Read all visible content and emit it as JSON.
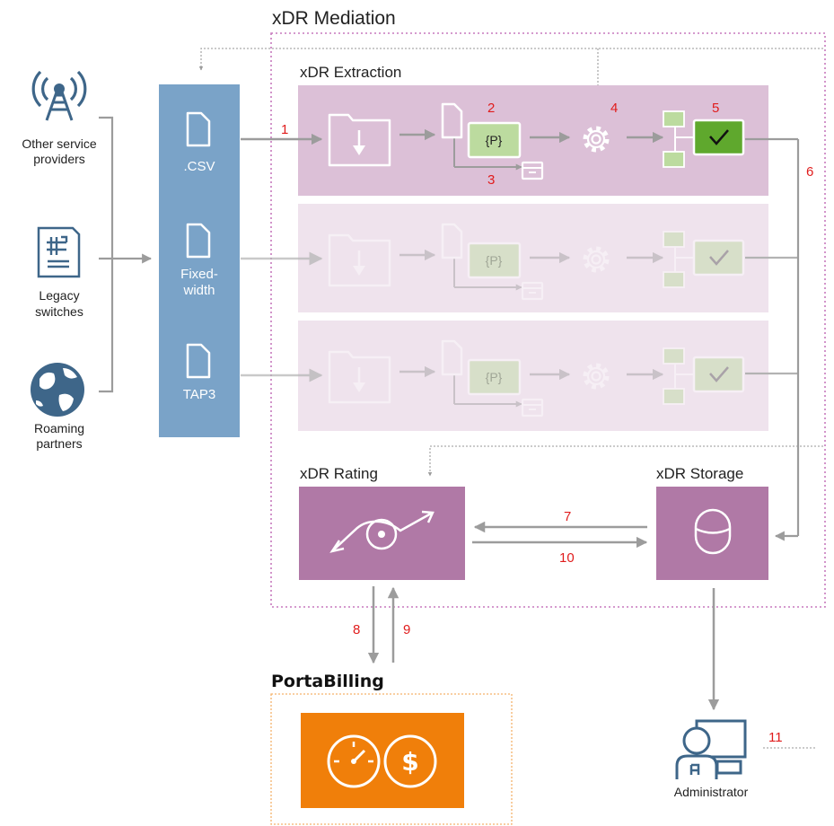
{
  "titles": {
    "mediation": "xDR Mediation",
    "extraction": "xDR Extraction",
    "rating": "xDR Rating",
    "storage": "xDR Storage",
    "portabilling": "PortaBilling"
  },
  "sources": [
    {
      "lines": [
        "Other service",
        "providers"
      ],
      "icon": "antenna-icon"
    },
    {
      "lines": [
        "Legacy",
        "switches"
      ],
      "icon": "switch-document-icon"
    },
    {
      "lines": [
        "Roaming",
        "partners"
      ],
      "icon": "globe-icon"
    }
  ],
  "formats": [
    {
      "lines": [
        ".CSV"
      ]
    },
    {
      "lines": [
        "Fixed-",
        "width"
      ]
    },
    {
      "lines": [
        "TAP3"
      ]
    }
  ],
  "parser_label": "{P}",
  "steps": [
    "1",
    "2",
    "3",
    "4",
    "5",
    "6",
    "7",
    "8",
    "9",
    "10",
    "11"
  ],
  "admin_label": "Administrator",
  "colors": {
    "format_panel": "#7aa3c8",
    "extraction_active": "#dcc0d7",
    "extraction_faded": "#efe3ed",
    "module": "#b079a6",
    "success": "#5fa82d",
    "light_green": "#bcdb9f",
    "arrow": "#9c9c9c",
    "mediation_border": "#c779bd",
    "portabilling_border": "#f5b26b",
    "portabilling": "#f07f0a",
    "step_number": "#e01c1c",
    "icon_blue": "#3e6689"
  }
}
